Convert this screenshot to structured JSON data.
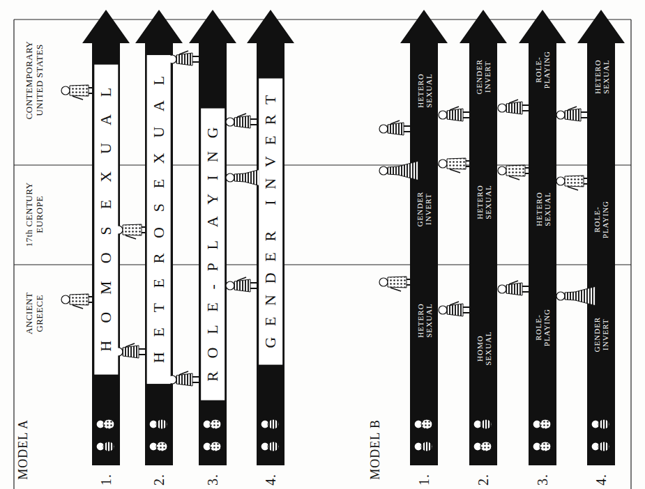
{
  "diagram": {
    "nodes": [
      {
        "text": [
          "HOMOSEXUAL"
        ]
      },
      {
        "text": [
          "HETEROSEXUAL"
        ]
      },
      {
        "text": [
          "ROLE-PLAYING"
        ]
      },
      {
        "text": [
          "GENDER INVERT"
        ]
      }
    ],
    "labels": [
      "MODEL A",
      "CONTEMPORARY UNITED STATES",
      "17th CENTURY EUROPE",
      "ANCIENT GREECE",
      "1.",
      "2.",
      "3.",
      "4.",
      "MODEL B",
      "HETERO SEXUAL",
      "GENDER INVERT",
      "HETERO SEXUAL",
      "HOMO SEXUAL",
      "HETERO SEXUAL",
      "GENDER INVERT",
      "ROLE-PLAYING",
      "HETERO SEXUAL",
      "ROLE-PLAYING",
      "GENDER INVERT",
      "ROLE-PLAYING",
      "HETERO SEXUAL",
      "1.",
      "2.",
      "3.",
      "4."
    ]
  }
}
